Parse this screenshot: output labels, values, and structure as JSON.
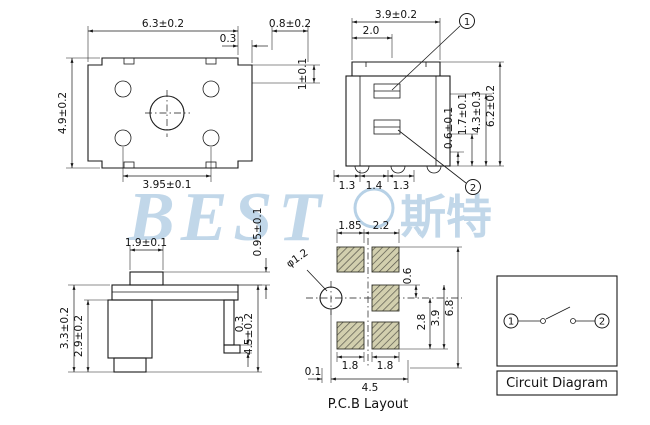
{
  "watermark": {
    "latin": "BEST",
    "cjk": "斯特"
  },
  "callouts": {
    "c1": "1",
    "c2": "2"
  },
  "top_view": {
    "width": "6.3±0.2",
    "edge": "0.3",
    "height": "4.9±0.2",
    "pitch": "3.95±0.1",
    "tab": "1±0.1",
    "gap": "0.8±0.2"
  },
  "front_view": {
    "width": "3.9±0.2",
    "button": "2.0",
    "h1": "0.6±0.1",
    "h2": "1.7±0.1",
    "h3": "4.3±0.3",
    "h4": "6.2±0.2",
    "p1": "1.3",
    "p2": "1.4",
    "p3": "1.3"
  },
  "side_view": {
    "stem": "1.9±0.1",
    "plate": "0.95±0.1",
    "h1": "3.3±0.2",
    "h2": "2.9±0.2",
    "foot": "0.3",
    "total": "4.5±0.2"
  },
  "pcb": {
    "t1": "1.85",
    "t2": "2.2",
    "hole": "φ1.2",
    "r1": "0.6",
    "r2": "2.8",
    "r3": "3.9",
    "r4": "6.8",
    "b1": "1.8",
    "b2": "1.8",
    "b3": "0.1",
    "b4": "4.5",
    "caption": "P.C.B Layout"
  },
  "circuit": {
    "caption": "Circuit Diagram"
  }
}
